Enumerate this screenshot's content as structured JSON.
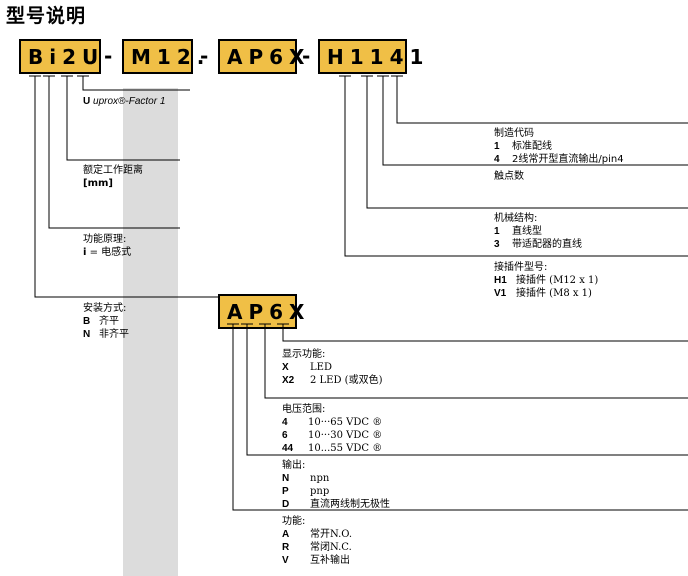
{
  "title": "型号说明",
  "codes": {
    "part1": "Bi2U",
    "part2": "M12.",
    "part3": "AP6X",
    "part4": "H1141",
    "sub": "AP6X",
    "dash": "-"
  },
  "u_factor": {
    "code": "U",
    "text": " uprox®-Factor 1"
  },
  "rated_distance": {
    "label": "额定工作距离",
    "unit": "[mm]"
  },
  "principle": {
    "label": "功能原理:",
    "code": "i",
    "text": " = 电感式"
  },
  "mounting": {
    "label": "安装方式:",
    "items": [
      {
        "code": "B",
        "text": "齐平"
      },
      {
        "code": "N",
        "text": "非齐平"
      }
    ]
  },
  "manufacture": {
    "label": "制造代码",
    "items": [
      {
        "code": "1",
        "text": "标准配线"
      },
      {
        "code": "4",
        "text": "2线常开型直流输出/pin4"
      }
    ]
  },
  "contacts": {
    "label": "触点数"
  },
  "mechanical": {
    "label": "机械结构:",
    "items": [
      {
        "code": "1",
        "text": "直线型"
      },
      {
        "code": "3",
        "text": "带适配器的直线"
      }
    ]
  },
  "connector": {
    "label": "接插件型号:",
    "items": [
      {
        "code": "H1",
        "text": "接插件 (M12 x 1)"
      },
      {
        "code": "V1",
        "text": "接插件 (M8 x 1)"
      }
    ]
  },
  "display": {
    "label": "显示功能:",
    "items": [
      {
        "code": "X",
        "text": "LED"
      },
      {
        "code": "X2",
        "text": "2 LED (或双色)"
      }
    ]
  },
  "voltage": {
    "label": "电压范围:",
    "items": [
      {
        "code": "4",
        "text": "10···65 VDC ®"
      },
      {
        "code": "6",
        "text": "10···30 VDC ®"
      },
      {
        "code": "44",
        "text": "10...55 VDC ®"
      }
    ]
  },
  "output": {
    "label": "输出:",
    "items": [
      {
        "code": "N",
        "text": "npn"
      },
      {
        "code": "P",
        "text": "pnp"
      },
      {
        "code": "D",
        "text": "直流两线制无极性"
      }
    ]
  },
  "function": {
    "label": "功能:",
    "items": [
      {
        "code": "A",
        "text": "常开N.O."
      },
      {
        "code": "R",
        "text": "常闭N.C."
      },
      {
        "code": "V",
        "text": "互补输出"
      }
    ]
  }
}
